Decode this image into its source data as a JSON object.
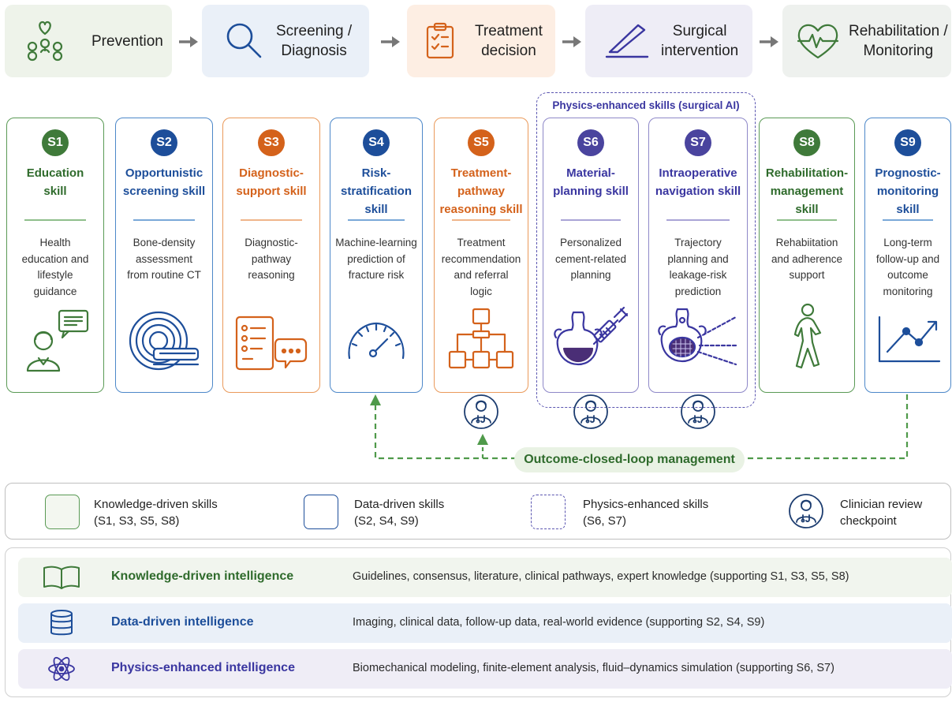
{
  "workflow": {
    "stages": [
      {
        "label": "Prevention"
      },
      {
        "label": "Screening /\nDiagnosis"
      },
      {
        "label": "Treatment\ndecision"
      },
      {
        "label": "Surgical\nintervention"
      },
      {
        "label": "Rehabilitation /\nMonitoring"
      }
    ]
  },
  "physics_group_label": "Physics-enhanced skills (surgical AI)",
  "skills": [
    {
      "badge": "S1",
      "title": "Education\nskill",
      "description": "Health\neducation and\nlifestyle\nguidance",
      "icon": "user-chat-icon",
      "category": "knowledge"
    },
    {
      "badge": "S2",
      "title": "Opportunistic\nscreening skill",
      "description": "Bone-density\nassessment\nfrom routine CT",
      "icon": "ct-scanner-icon",
      "category": "data"
    },
    {
      "badge": "S3",
      "title": "Diagnostic-\nsupport skill",
      "description": "Diagnostic-\npathway\nreasoning",
      "icon": "checklist-chat-icon",
      "category": "knowledge"
    },
    {
      "badge": "S4",
      "title": "Risk-\nstratification\nskill",
      "description": "Machine-learning\nprediction of\nfracture risk",
      "icon": "gauge-icon",
      "category": "data"
    },
    {
      "badge": "S5",
      "title": "Treatment-\npathway\nreasoning skill",
      "description": "Treatment\nrecommendation\nand referral\nlogic",
      "icon": "flowchart-icon",
      "category": "knowledge"
    },
    {
      "badge": "S6",
      "title": "Material-\nplanning skill",
      "description": "Personalized\ncement-related\nplanning",
      "icon": "vertebra-syringe-icon",
      "category": "physics"
    },
    {
      "badge": "S7",
      "title": "Intraoperative\nnavigation skill",
      "description": "Trajectory\nplanning and\nleakage-risk\nprediction",
      "icon": "vertebra-trajectory-icon",
      "category": "physics"
    },
    {
      "badge": "S8",
      "title": "Rehabilitation-\nmanagement\nskill",
      "description": "Rehabiitation\nand adherence\nsupport",
      "icon": "walking-person-icon",
      "category": "knowledge"
    },
    {
      "badge": "S9",
      "title": "Prognostic-\nmonitoring\nskill",
      "description": "Long-term\nfollow-up and\noutcome\nmonitoring",
      "icon": "trend-chart-icon",
      "category": "data"
    }
  ],
  "loop_label": "Outcome-closed-loop management",
  "legend": [
    {
      "label": "Knowledge-driven skills\n(S1, S3, S5, S8)"
    },
    {
      "label": "Data-driven skills\n(S2, S4, S9)"
    },
    {
      "label": "Physics-enhanced skills\n(S6, S7)"
    },
    {
      "label": "Clinician review\ncheckpoint"
    }
  ],
  "intelligence": [
    {
      "name": "Knowledge-driven intelligence",
      "description": "Guidelines, consensus, literature, clinical pathways, expert knowledge (supporting S1, S3, S5, S8)",
      "icon": "book-icon"
    },
    {
      "name": "Data-driven intelligence",
      "description": "Imaging, clinical data, follow-up data, real-world evidence (supporting S2, S4, S9)",
      "icon": "database-icon"
    },
    {
      "name": "Physics-enhanced intelligence",
      "description": "Biomechanical modeling, finite-element analysis, fluid–dynamics simulation (supporting S6, S7)",
      "icon": "atom-icon"
    }
  ],
  "colors": {
    "knowledge": "#3f7a3a",
    "data": "#1d4e9a",
    "diagnostic": "#d4621b",
    "physics": "#4a449e",
    "loop": "#4f9a4a"
  }
}
